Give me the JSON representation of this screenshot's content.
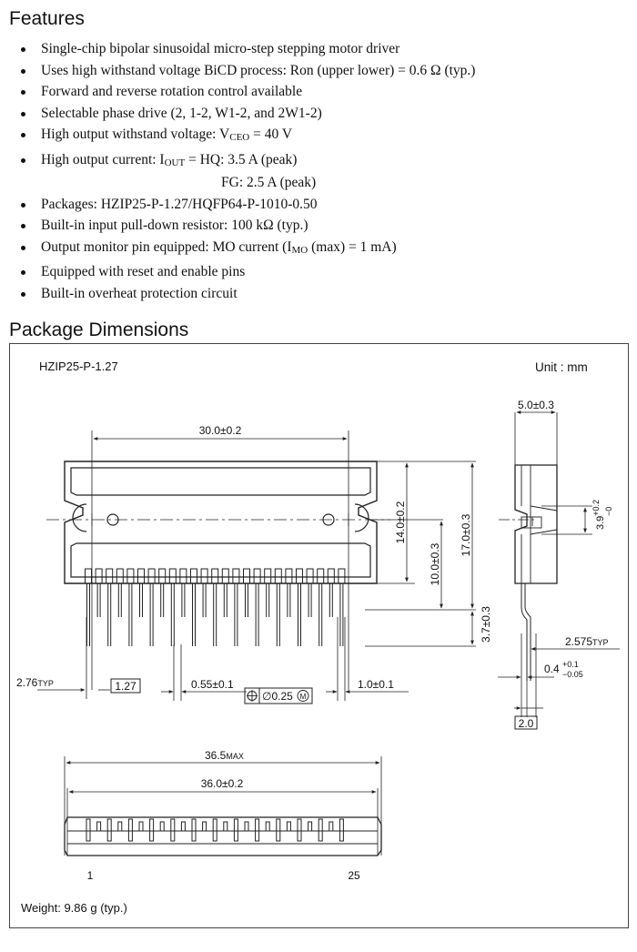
{
  "features": {
    "heading": "Features",
    "items": [
      {
        "text": "Single-chip bipolar sinusoidal micro-step stepping motor  driver"
      },
      {
        "text": "Uses high withstand voltage BiCD process:  Ron (upper  lower) = 0.6 Ω (typ.)"
      },
      {
        "text": "Forward and reverse rotation control available"
      },
      {
        "text": "Selectable phase drive (2, 1-2, W1-2, and 2W1-2)"
      },
      {
        "pre": "High output withstand voltage: V",
        "sub": "CEO",
        "post": " = 40 V"
      },
      {
        "pre": "High output current: I",
        "sub": "OUT",
        "post": " =  HQ: 3.5 A (peak)",
        "cont": "FG: 2.5 A (peak)"
      },
      {
        "text": "Packages: HZIP25-P-1.27/HQFP64-P-1010-0.50"
      },
      {
        "text": "Built-in input pull-down resistor: 100 kΩ (typ.)"
      },
      {
        "pre": "Output monitor pin equipped: MO current (I",
        "sub": "MO",
        "post": " (max) = 1 mA)"
      },
      {
        "text": "Equipped with reset and enable pins"
      },
      {
        "text": "Built-in overheat protection circuit"
      }
    ]
  },
  "package": {
    "heading": "Package Dimensions",
    "name": "HZIP25-P-1.27",
    "unit": "Unit  :  mm",
    "weight": "Weight: 9.86 g (typ.)",
    "dims": {
      "width_top": "30.0±0.2",
      "h14": "14.0±0.2",
      "h10": "10.0±0.3",
      "h17": "17.0±0.3",
      "h37": "3.7±0.3",
      "side_w": "5.0±0.3",
      "side_39": "3.9",
      "side_39_tol_up": "+0.2",
      "side_39_tol_dn": "−0",
      "typ2575": "2.575",
      "typ276": "2.76",
      "typ_suffix": "TYP",
      "pitch": "1.27",
      "lead_w": "0.55±0.1",
      "tol_pos": "∅0.25",
      "tol_m": "M",
      "lead_d": "1.0±0.1",
      "thk": "0.4",
      "thk_up": "+0.1",
      "thk_dn": "−0.05",
      "side_20": "2.0",
      "bot_max": "36.5",
      "bot_max_suffix": "MAX",
      "bot_w": "36.0±0.2",
      "pin_first": "1",
      "pin_last": "25"
    }
  }
}
